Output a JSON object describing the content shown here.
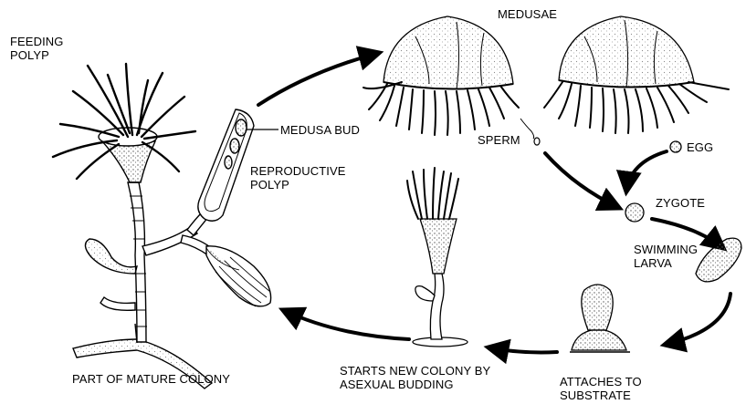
{
  "labels": {
    "feeding_polyp": [
      "FEEDING",
      "POLYP"
    ],
    "medusa_bud": "MEDUSA BUD",
    "reproductive_polyp": [
      "REPRODUCTIVE",
      "POLYP"
    ],
    "medusae": "MEDUSAE",
    "sperm": "SPERM",
    "egg": "EGG",
    "zygote": "ZYGOTE",
    "swimming_larva": [
      "SWIMMING",
      "LARVA"
    ],
    "attaches_to_substrate": [
      "ATTACHES TO",
      "SUBSTRATE"
    ],
    "starts_new_colony": [
      "STARTS NEW COLONY BY",
      "ASEXUAL BUDDING"
    ],
    "part_of_mature_colony": "PART OF MATURE COLONY"
  },
  "colors": {
    "ink": "#000000",
    "stipple": "#555555",
    "background": "#ffffff"
  }
}
